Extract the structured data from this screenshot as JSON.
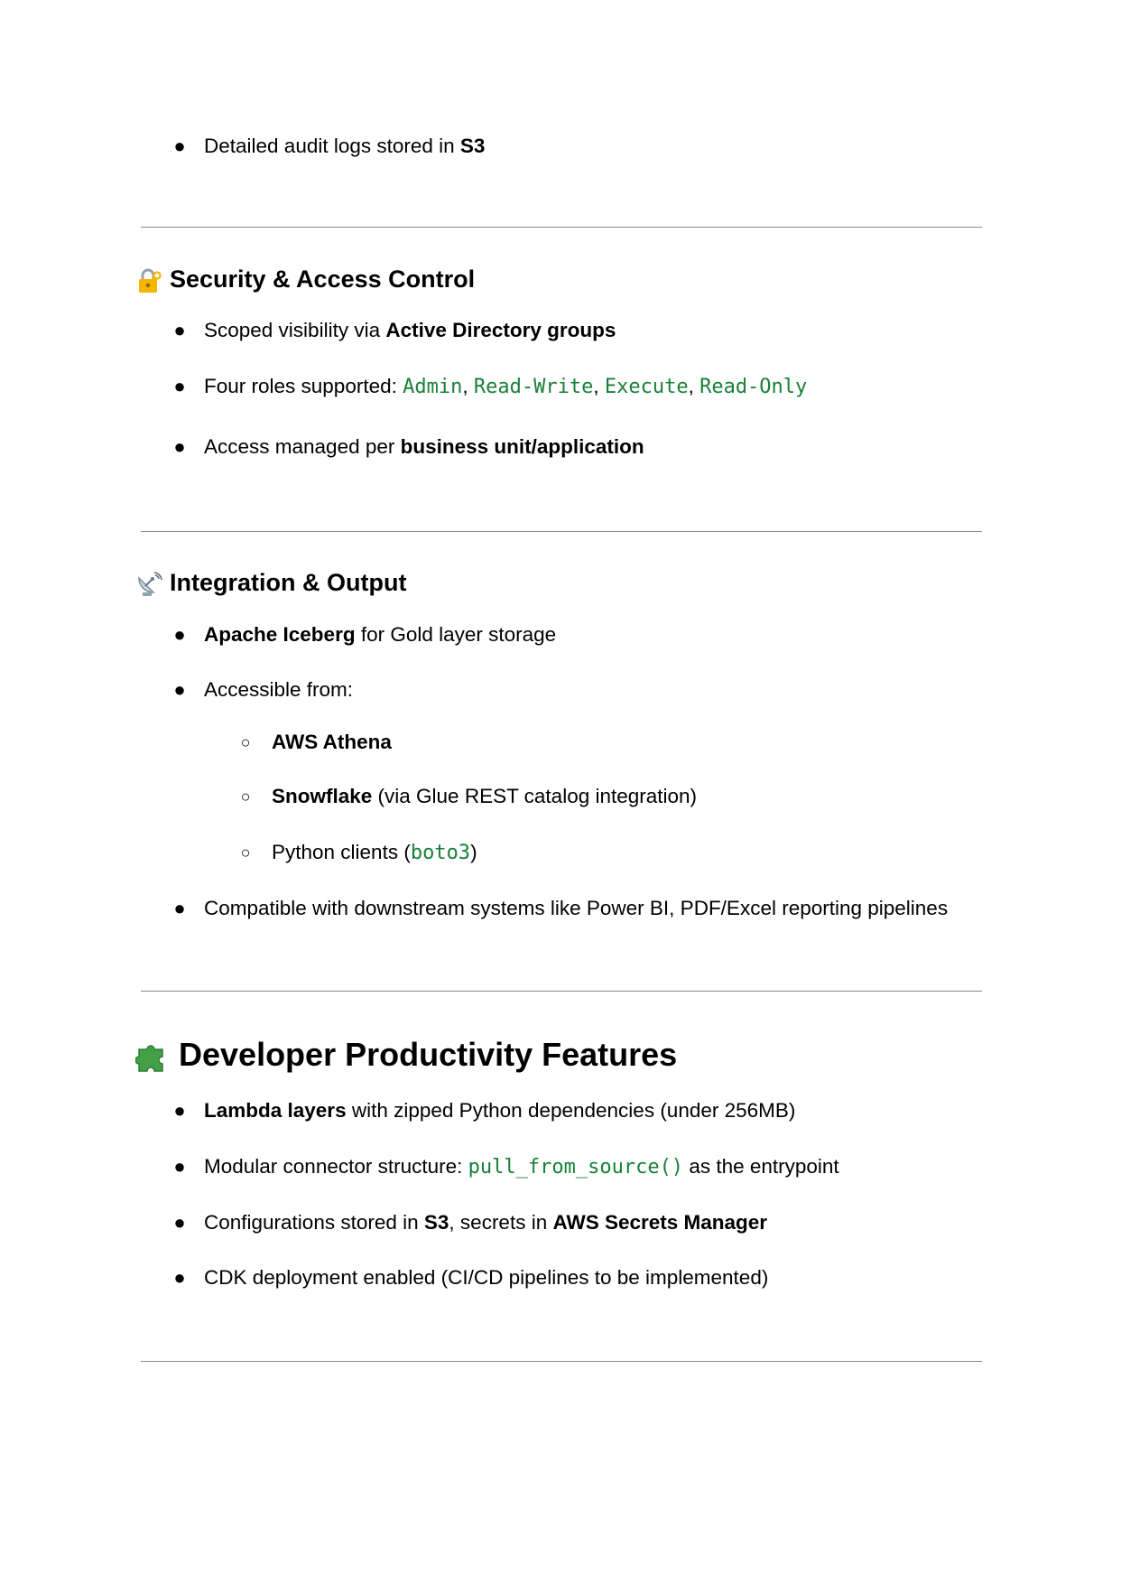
{
  "top_bullet": {
    "text": "Detailed audit logs stored in ",
    "bold": "S3"
  },
  "security": {
    "heading": "Security & Access Control",
    "icon": "lock-with-key-icon",
    "b1_text": "Scoped visibility via ",
    "b1_bold": "Active Directory groups",
    "b2_text": "Four roles supported: ",
    "roles": [
      "Admin",
      "Read-Write",
      "Execute",
      "Read-Only"
    ],
    "sep": ", ",
    "b3_text": "Access managed per ",
    "b3_bold": "business unit/application"
  },
  "integration": {
    "heading": "Integration & Output",
    "icon": "satellite-antenna-icon",
    "b1_bold": "Apache Iceberg",
    "b1_text": " for Gold layer storage",
    "b2_text": "Accessible from:",
    "sub1_bold": "AWS Athena",
    "sub2_bold": "Snowflake",
    "sub2_text": " (via Glue REST catalog integration)",
    "sub3_text": "Python clients (",
    "sub3_code": "boto3",
    "sub3_close": ")",
    "b3_text": "Compatible with downstream systems like Power BI, PDF/Excel reporting pipelines"
  },
  "developer": {
    "heading": "Developer Productivity Features",
    "icon": "puzzle-piece-icon",
    "b1_bold": "Lambda layers",
    "b1_text": " with zipped Python dependencies (under 256MB)",
    "b2_text": "Modular connector structure: ",
    "b2_code": "pull_from_source()",
    "b2_after": " as the entrypoint",
    "b3_text": "Configurations stored in ",
    "b3_bold1": "S3",
    "b3_mid": ", secrets in ",
    "b3_bold2": "AWS Secrets Manager",
    "b4_text": "CDK deployment enabled (CI/CD pipelines to be implemented)"
  },
  "colors": {
    "code": "#188038",
    "rule": "#8a8a8a",
    "text": "#000000"
  }
}
